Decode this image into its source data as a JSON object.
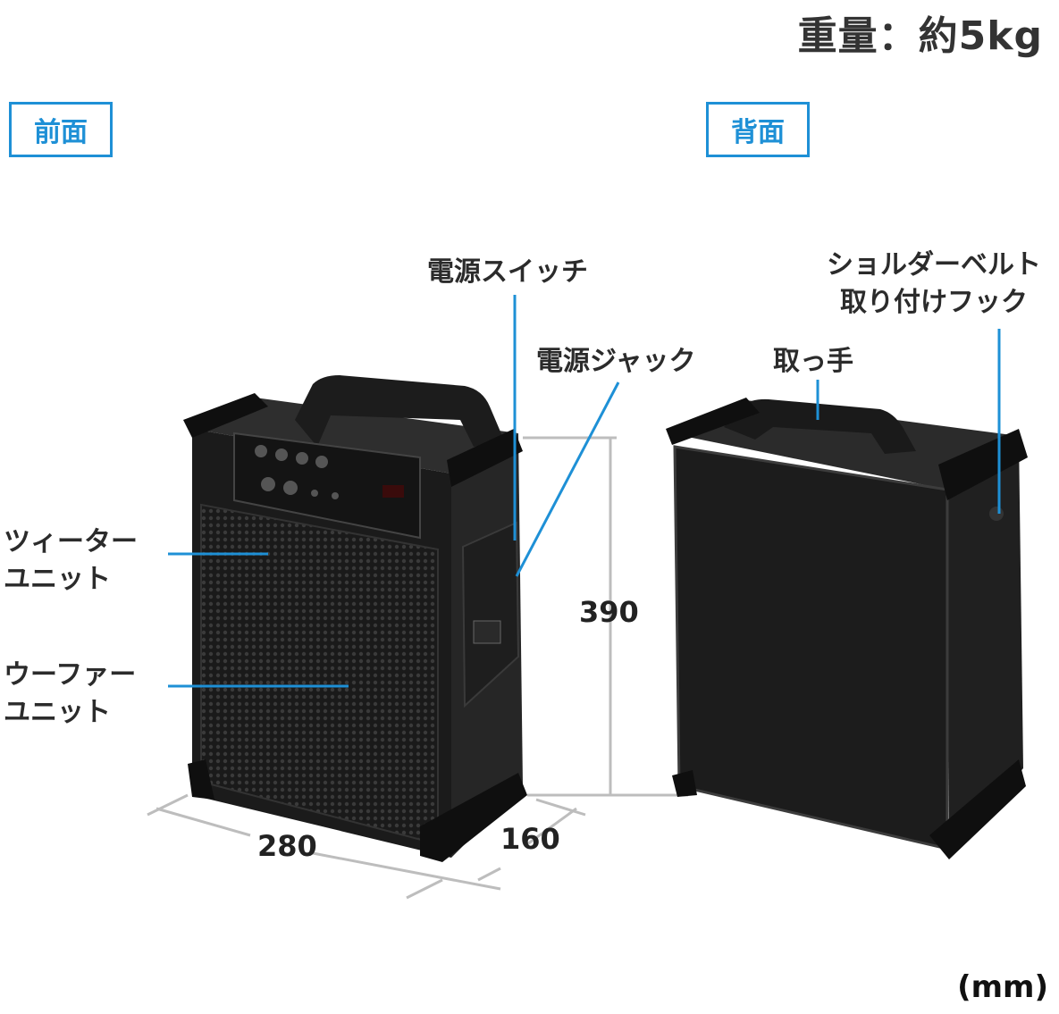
{
  "weight": "重量：約5kg",
  "views": {
    "front": "前面",
    "back": "背面"
  },
  "labels": {
    "power_switch": "電源スイッチ",
    "power_jack": "電源ジャック",
    "handle": "取っ手",
    "shoulder_hook_line1": "ショルダーベルト",
    "shoulder_hook_line2": "取り付けフック",
    "tweeter_line1": "ツィーター",
    "tweeter_line2": "ユニット",
    "woofer_line1": "ウーファー",
    "woofer_line2": "ユニット"
  },
  "dimensions": {
    "width": "280",
    "depth": "160",
    "height": "390",
    "unit": "(mm)"
  },
  "colors": {
    "accent": "#1e90d6",
    "dimension_line": "#bdbdbd",
    "speaker_body": "#1b1b1b"
  }
}
